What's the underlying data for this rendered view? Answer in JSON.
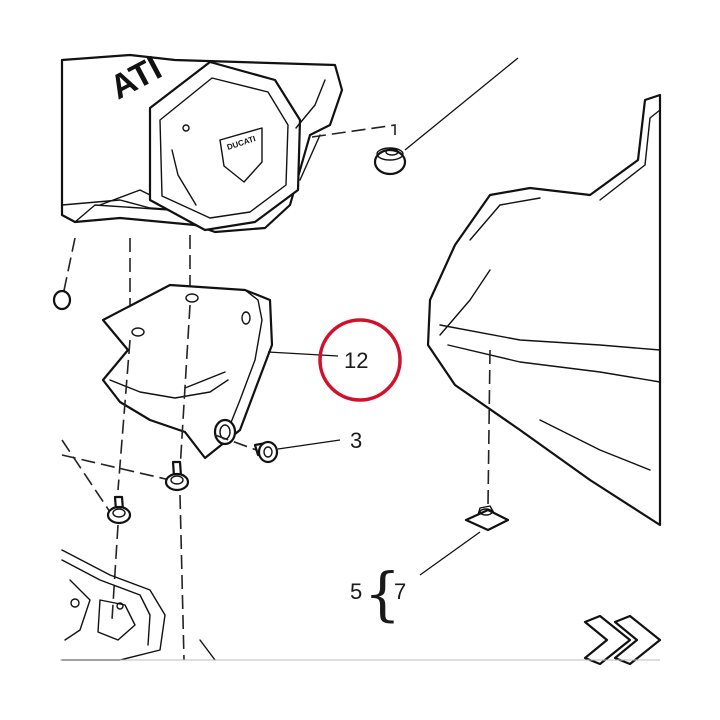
{
  "callouts": {
    "part_12": "12",
    "part_3": "3",
    "part_5": "5",
    "brace": "{",
    "part_7": "7"
  },
  "logo": {
    "tank_text": "ATI",
    "badge_text": "DUCATI"
  },
  "colors": {
    "highlight": "#d1112a",
    "line": "#111111"
  },
  "icons": {
    "next_page": "double-chevron-right-icon"
  }
}
